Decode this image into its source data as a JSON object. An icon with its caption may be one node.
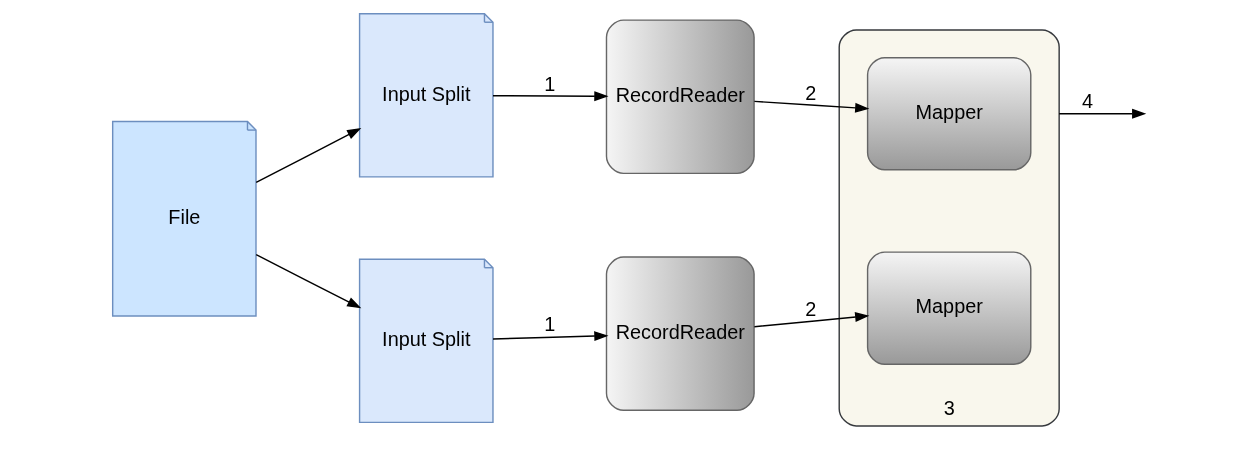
{
  "diagram": {
    "nodes": [
      {
        "text": [
          "File"
        ]
      },
      {
        "text": [
          "Input Split"
        ]
      },
      {
        "text": [
          "Input Split"
        ]
      },
      {
        "text": [
          "RecordReader"
        ]
      },
      {
        "text": [
          "RecordReader"
        ]
      },
      {
        "text": [
          "3"
        ]
      },
      {
        "text": [
          "Mapper"
        ],
        "in": 5
      },
      {
        "text": [
          "Mapper"
        ],
        "in": 5
      }
    ],
    "edges": [
      {
        "from": 0,
        "to": 1,
        "arrow": "to"
      },
      {
        "from": 0,
        "to": 2,
        "arrow": "to"
      },
      {
        "from": 1,
        "to": 3,
        "arrow": "to",
        "label": "1"
      },
      {
        "from": 2,
        "to": 4,
        "arrow": "to",
        "label": "1"
      },
      {
        "from": 3,
        "to": 6,
        "arrow": "to",
        "label": "2"
      },
      {
        "from": 4,
        "to": 7,
        "arrow": "to",
        "label": "2"
      },
      {
        "from": 5,
        "to": null,
        "arrow": "to",
        "label": "4"
      }
    ]
  }
}
